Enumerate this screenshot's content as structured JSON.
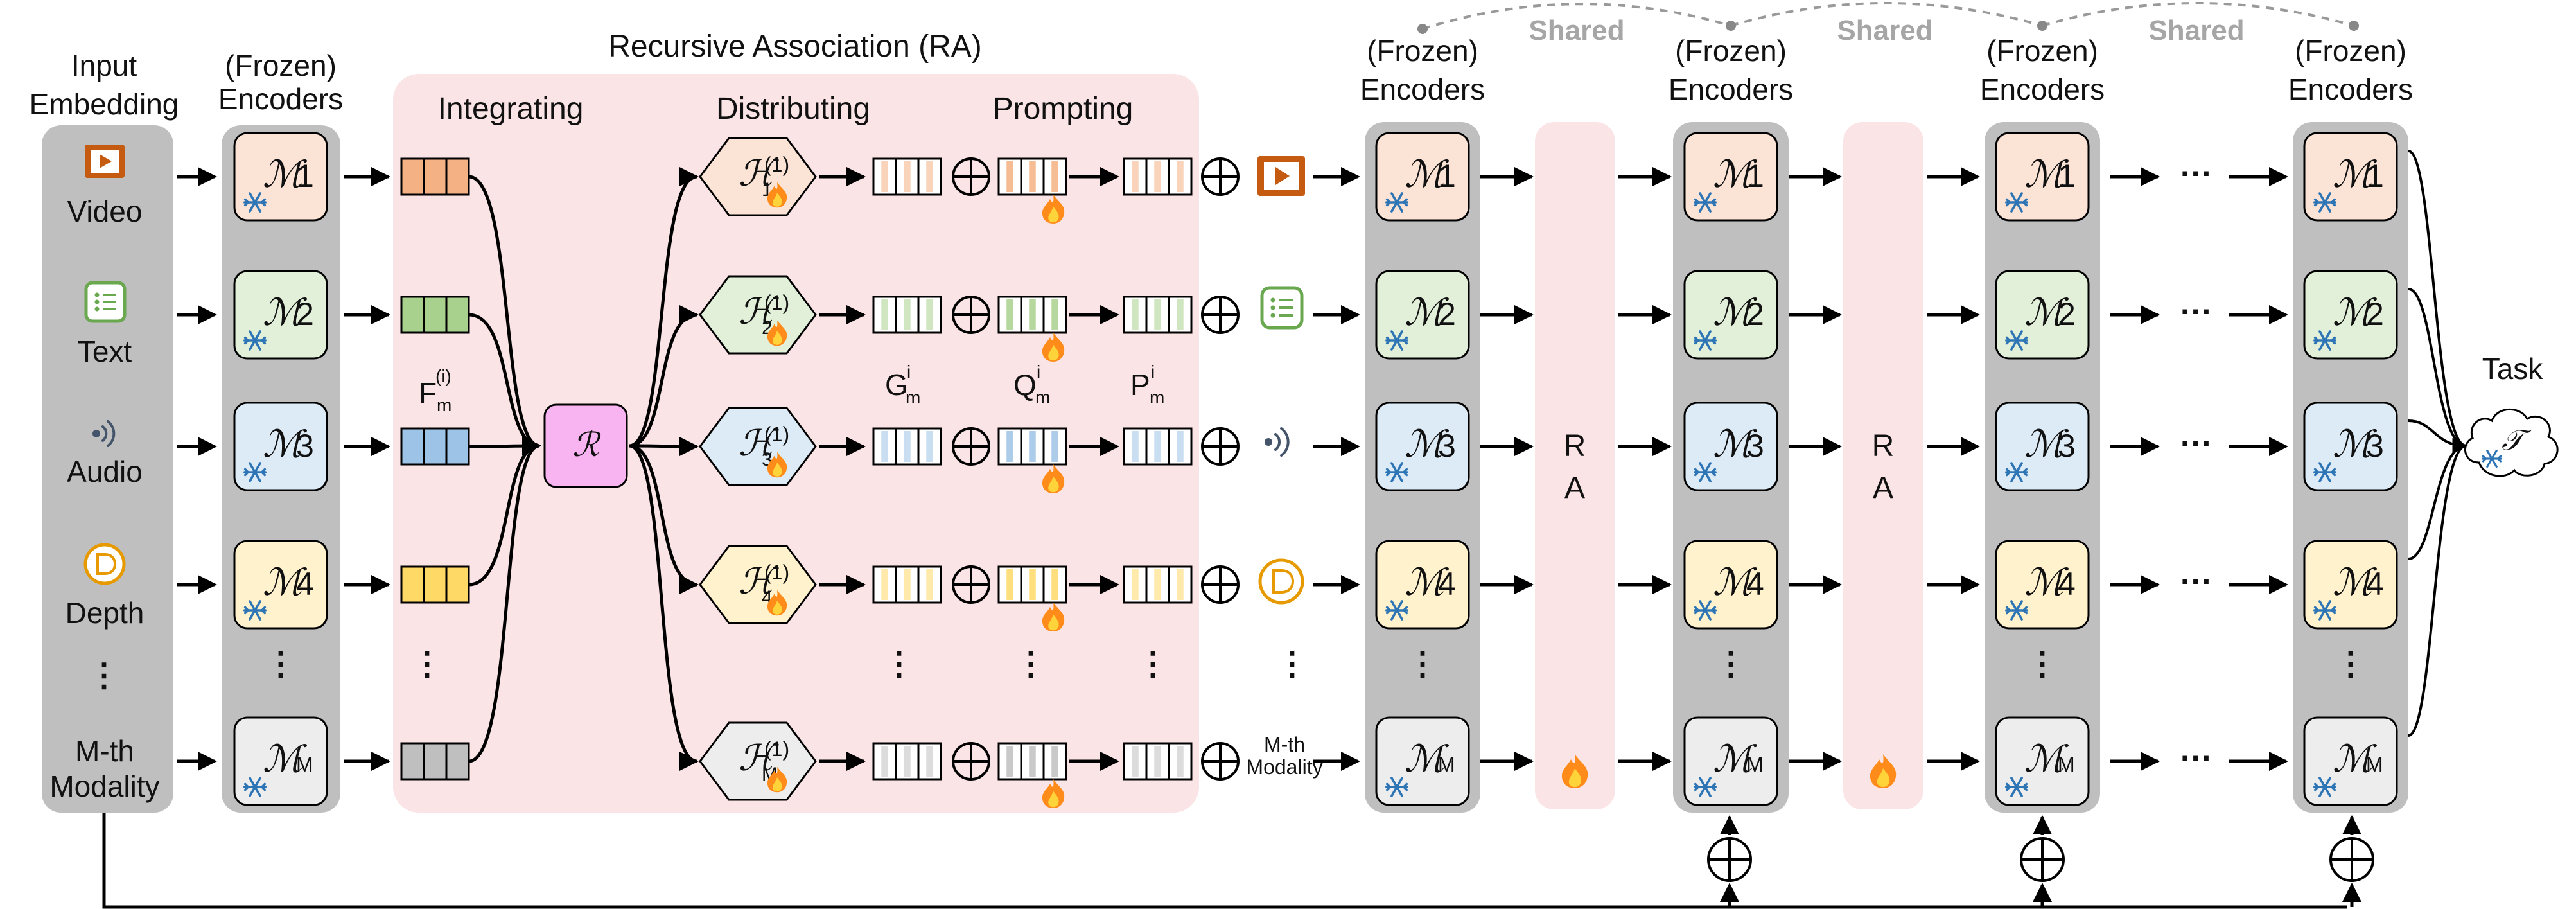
{
  "input": {
    "title_line1": "Input",
    "title_line2": "Embedding"
  },
  "frozen_label": {
    "line1": "(Frozen)",
    "line2": "Encoders"
  },
  "ra": {
    "title": "Recursive Association (RA)",
    "integrating": "Integrating",
    "distributing": "Distributing",
    "prompting": "Prompting",
    "short": [
      "R",
      "A"
    ]
  },
  "shared_label": "Shared",
  "modalities": [
    {
      "name": "Video",
      "icon": "video-icon",
      "color": "#c55a11",
      "fill": "#fbe3d6",
      "feat": "#f4b183"
    },
    {
      "name": "Text",
      "icon": "text-icon",
      "color": "#6aa84f",
      "fill": "#e2f0d9",
      "feat": "#a9d18e"
    },
    {
      "name": "Audio",
      "icon": "audio-icon",
      "color": "#44546a",
      "fill": "#ddebf7",
      "feat": "#9dc3e6"
    },
    {
      "name": "Depth",
      "icon": "depth-icon",
      "color": "#e69a00",
      "fill": "#fff2cc",
      "feat": "#ffd966"
    }
  ],
  "last_modality": {
    "line1": "M-th",
    "line2": "Modality",
    "fill": "#ededed",
    "feat": "#bfbfbf"
  },
  "labels": {
    "f_base": "F",
    "f_sub": "m",
    "f_sup": "(i)",
    "g_base": "G",
    "g_sub": "m",
    "g_sup": "i",
    "q_base": "Q",
    "q_sub": "m",
    "q_sup": "i",
    "p_base": "P",
    "p_sub": "m",
    "p_sup": "i",
    "hub": "ℛ"
  },
  "encoders": [
    "M1",
    "M2",
    "M3",
    "M4",
    "MM"
  ],
  "hubs": [
    "H1(1)",
    "H2(1)",
    "H3(1)",
    "H4(1)",
    "HM(1)"
  ],
  "task": {
    "label": "Task",
    "symbol": "𝒯"
  },
  "colors": {
    "ra_bg": "#fbe4e6",
    "column_bg": "#bfbfbf",
    "snow": "#2e75b6",
    "fire": "#ff8c1a",
    "arrow": "#000000",
    "hub_fill": "#f8b4f0"
  }
}
